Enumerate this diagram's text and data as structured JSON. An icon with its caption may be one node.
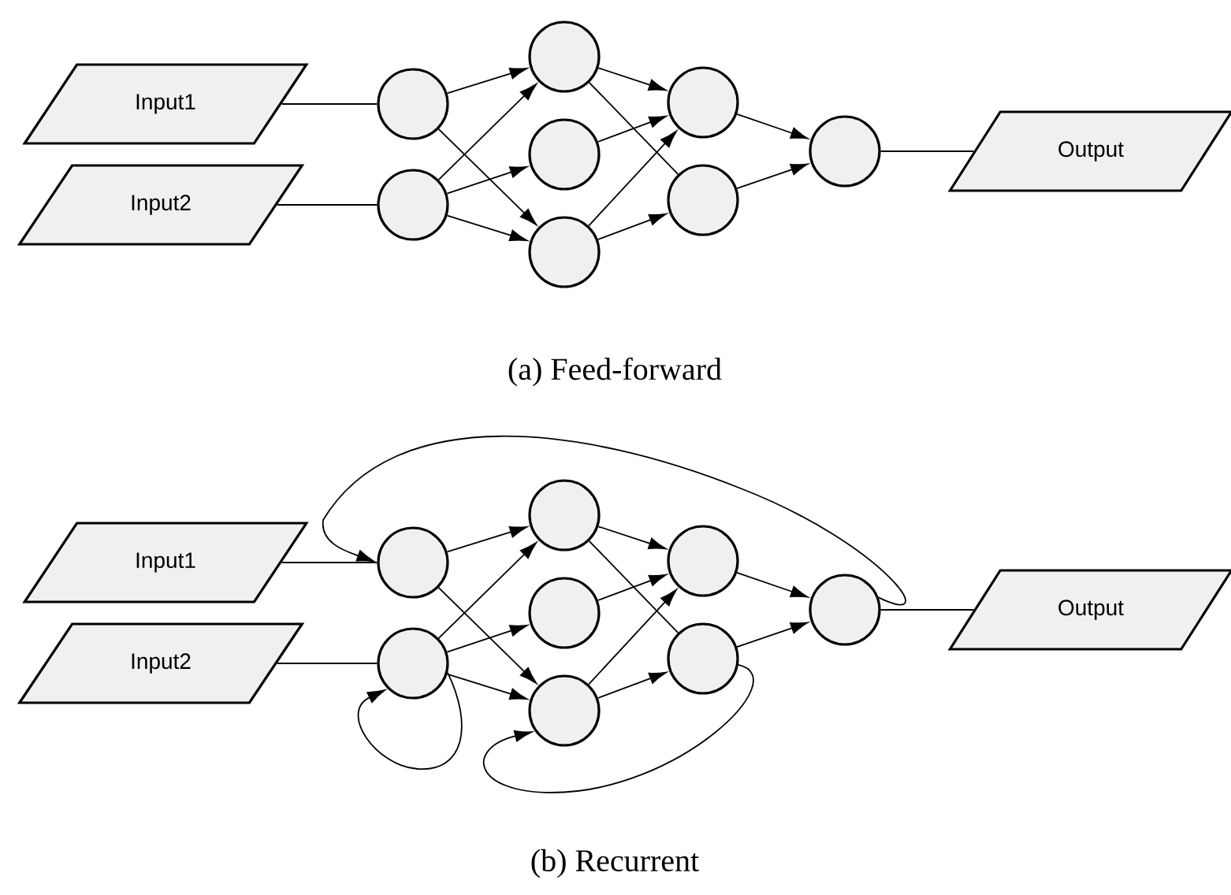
{
  "diagram": {
    "nodes": [
      {
        "text": [
          "Input1"
        ]
      },
      {
        "text": [
          "Input2"
        ]
      },
      {
        "text": [],
        "shape": "circle"
      },
      {
        "text": [],
        "shape": "circle"
      },
      {
        "text": [],
        "shape": "circle"
      },
      {
        "text": [],
        "shape": "circle"
      },
      {
        "text": [],
        "shape": "circle"
      },
      {
        "text": [],
        "shape": "circle"
      },
      {
        "text": [],
        "shape": "circle"
      },
      {
        "text": [],
        "shape": "circle"
      },
      {
        "text": [
          "Output"
        ]
      },
      {
        "text": [
          "Input1"
        ]
      },
      {
        "text": [
          "Input2"
        ]
      },
      {
        "text": [],
        "shape": "circle"
      },
      {
        "text": [],
        "shape": "circle"
      },
      {
        "text": [],
        "shape": "circle"
      },
      {
        "text": [],
        "shape": "circle"
      },
      {
        "text": [],
        "shape": "circle"
      },
      {
        "text": [],
        "shape": "circle"
      },
      {
        "text": [],
        "shape": "circle"
      },
      {
        "text": [],
        "shape": "circle"
      },
      {
        "text": [
          "Output"
        ]
      }
    ],
    "edges": [
      {
        "from": 0,
        "to": 2,
        "arrow": "none"
      },
      {
        "from": 1,
        "to": 3,
        "arrow": "none"
      },
      {
        "from": 2,
        "to": 4,
        "arrow": "to"
      },
      {
        "from": 2,
        "to": 6,
        "arrow": "to"
      },
      {
        "from": 3,
        "to": 4,
        "arrow": "to"
      },
      {
        "from": 3,
        "to": 5,
        "arrow": "to"
      },
      {
        "from": 3,
        "to": 6,
        "arrow": "to"
      },
      {
        "from": 4,
        "to": 7,
        "arrow": "to"
      },
      {
        "from": 4,
        "to": 8,
        "arrow": "none"
      },
      {
        "from": 5,
        "to": 7,
        "arrow": "to"
      },
      {
        "from": 6,
        "to": 7,
        "arrow": "to"
      },
      {
        "from": 6,
        "to": 8,
        "arrow": "to"
      },
      {
        "from": 7,
        "to": 9,
        "arrow": "to"
      },
      {
        "from": 8,
        "to": 9,
        "arrow": "to"
      },
      {
        "from": 9,
        "to": 10,
        "arrow": "none"
      },
      {
        "from": 11,
        "to": 13,
        "arrow": "none"
      },
      {
        "from": 12,
        "to": 14,
        "arrow": "none"
      },
      {
        "from": 13,
        "to": 15,
        "arrow": "to"
      },
      {
        "from": 13,
        "to": 17,
        "arrow": "to"
      },
      {
        "from": 14,
        "to": 15,
        "arrow": "to"
      },
      {
        "from": 14,
        "to": 16,
        "arrow": "to"
      },
      {
        "from": 14,
        "to": 17,
        "arrow": "to"
      },
      {
        "from": 15,
        "to": 18,
        "arrow": "to"
      },
      {
        "from": 15,
        "to": 19,
        "arrow": "none"
      },
      {
        "from": 16,
        "to": 18,
        "arrow": "to"
      },
      {
        "from": 17,
        "to": 18,
        "arrow": "to"
      },
      {
        "from": 17,
        "to": 19,
        "arrow": "to"
      },
      {
        "from": 18,
        "to": 20,
        "arrow": "to"
      },
      {
        "from": 19,
        "to": 20,
        "arrow": "to"
      },
      {
        "from": 20,
        "to": 21,
        "arrow": "none"
      },
      {
        "from": 20,
        "to": 13,
        "arrow": "to"
      },
      {
        "from": 14,
        "to": 14,
        "arrow": "to"
      },
      {
        "from": 19,
        "to": 17,
        "arrow": "to"
      }
    ],
    "labels": [
      "(a) Feed-forward",
      "(b) Recurrent"
    ]
  }
}
